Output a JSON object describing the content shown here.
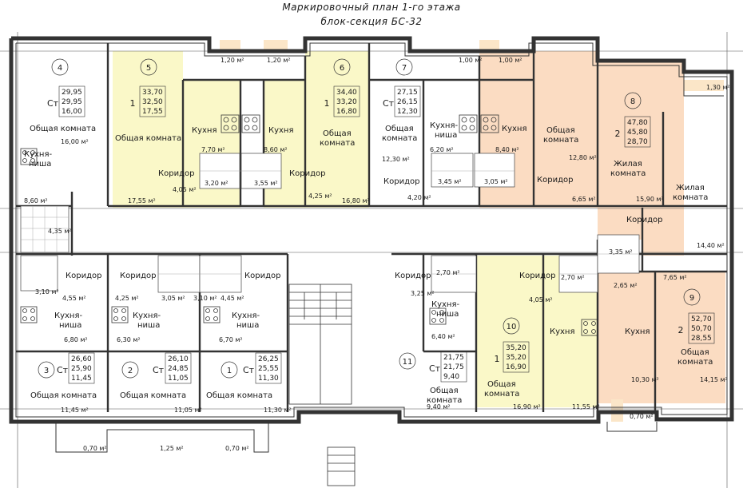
{
  "title_line1": "Маркировочный план 1-го этажа",
  "title_line2": "блок-секция БС-32",
  "colors": {
    "yellow": "#faf8c8",
    "peach": "#fbdcc2",
    "wall": "#333333",
    "balcony": "#fbe6c8"
  },
  "apartments": [
    {
      "num": "4",
      "type": "Ст",
      "areas": [
        "29,95",
        "29,95",
        "16,00"
      ]
    },
    {
      "num": "5",
      "type": "1",
      "areas": [
        "33,70",
        "32,50",
        "17,55"
      ]
    },
    {
      "num": "6",
      "type": "1",
      "areas": [
        "34,40",
        "33,20",
        "16,80"
      ]
    },
    {
      "num": "7",
      "type": "Ст",
      "areas": [
        "27,15",
        "26,15",
        "12,30"
      ]
    },
    {
      "num": "8",
      "type": "2",
      "areas": [
        "47,80",
        "45,80",
        "28,70"
      ]
    },
    {
      "num": "9",
      "type": "2",
      "areas": [
        "52,70",
        "50,70",
        "28,55"
      ]
    },
    {
      "num": "10",
      "type": "1",
      "areas": [
        "35,20",
        "35,20",
        "16,90"
      ]
    },
    {
      "num": "11",
      "type": "Ст",
      "areas": [
        "21,75",
        "21,75",
        "9,40"
      ]
    },
    {
      "num": "3",
      "type": "Ст",
      "areas": [
        "26,60",
        "25,90",
        "11,45"
      ]
    },
    {
      "num": "2",
      "type": "Ст",
      "areas": [
        "26,10",
        "24,85",
        "11,05"
      ]
    },
    {
      "num": "1",
      "type": "Ст",
      "areas": [
        "26,25",
        "25,55",
        "11,30"
      ]
    }
  ],
  "rooms": {
    "obsch": "Общая комната",
    "obsch_a": "Общая",
    "obsch_b": "комната",
    "kuhnya": "Кухня",
    "kuh_nisha_a": "Кухня-",
    "kuh_nisha_b": "ниша",
    "koridor": "Коридор",
    "zhil_a": "Жилая",
    "zhil_b": "комната"
  },
  "areas": {
    "a4_room": "16,00 м²",
    "a4_kitchen": "8,60 м²",
    "a4_bath": "4,35 м²",
    "a5_room": "17,55 м²",
    "a5_cor": "4,05 м²",
    "a5_kit": "7,70 м²",
    "a5_bath": "3,20 м²",
    "a6_kit": "8,60 м²",
    "a6_bath": "3,55 м²",
    "a6_cor": "4,25 м²",
    "a6_room": "16,80 м²",
    "a7_room": "12,30 м²",
    "a7_kit": "6,20 м²",
    "a7_cor": "4,20 м²",
    "a7_bath": "3,45 м²",
    "a8_kit": "8,40 м²",
    "a8_bath": "3,05 м²",
    "a8_room": "12,80 м²",
    "a8_cor": "6,65 м²",
    "a8_zhil": "15,90 м²",
    "a9_zhil": "14,40 м²",
    "a9_bath": "3,35 м²",
    "a9_cor": "7,65 м²",
    "a9_cor2": "2,65 м²",
    "a9_kit": "10,30 м²",
    "a9_room": "14,15 м²",
    "a10_bath": "2,70 м²",
    "a10_cor": "4,05 м²",
    "a10_room": "16,90 м²",
    "a10_kit": "11,55 м²",
    "a11_bath": "2,70 м²",
    "a11_cor": "3,25 м²",
    "a11_kit": "6,40 м²",
    "a11_room": "9,40 м²",
    "a3_bath": "3,10 м²",
    "a3_cor": "4,55 м²",
    "a3_kit": "6,80 м²",
    "a3_room": "11,45 м²",
    "a2_cor": "4,25 м²",
    "a2_bath": "3,05 м²",
    "a2_kit": "6,30 м²",
    "a2_room": "11,05 м²",
    "a1_bath": "3,10 м²",
    "a1_cor": "4,45 м²",
    "a1_kit": "6,70 м²",
    "a1_room": "11,30 м²",
    "bal1": "1,20 м²",
    "bal2": "1,20 м²",
    "bal3": "1,00 м²",
    "bal4": "1,00 м²",
    "bal5": "1,30 м²",
    "bal6": "0,70 м²",
    "bal7": "1,25 м²",
    "bal8": "0,70 м²",
    "bal9": "0,70 м²"
  }
}
